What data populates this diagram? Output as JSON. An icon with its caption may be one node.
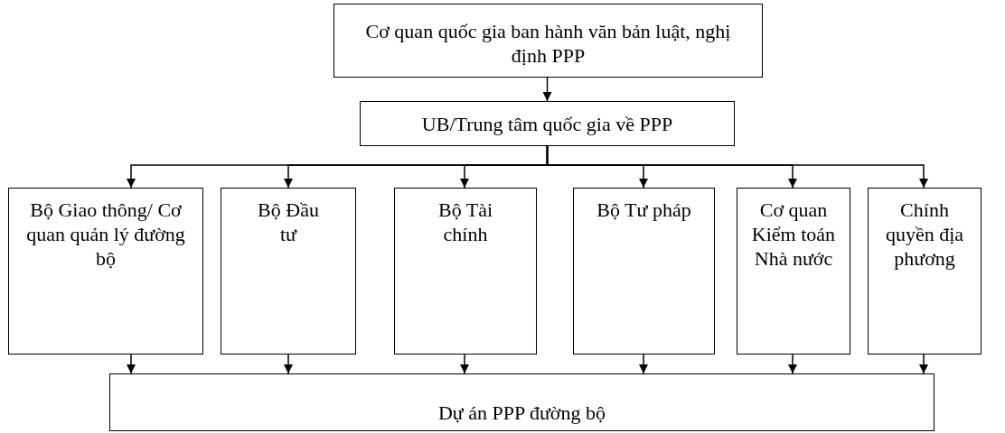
{
  "diagram": {
    "nodes": [
      {
        "text": [
          "Cơ quan quốc gia ban hành văn bản luật, nghị định PPP"
        ]
      },
      {
        "text": [
          "UB/Trung tâm quốc gia về PPP"
        ]
      },
      {
        "text": [
          "Bộ Giao thông/ Cơ quan quản lý đường bộ"
        ]
      },
      {
        "text": [
          "Bộ Đầu tư"
        ]
      },
      {
        "text": [
          "Bộ Tài chính"
        ]
      },
      {
        "text": [
          "Bộ Tư pháp"
        ]
      },
      {
        "text": [
          "Cơ quan Kiểm toán Nhà nước"
        ]
      },
      {
        "text": [
          "Chính quyền địa phương"
        ]
      },
      {
        "text": [
          "Dự án PPP đường bộ"
        ]
      }
    ],
    "edges": [
      {
        "from": 0,
        "to": 1,
        "arrow": "to"
      },
      {
        "from": 1,
        "to": 2,
        "arrow": "to"
      },
      {
        "from": 1,
        "to": 3,
        "arrow": "to"
      },
      {
        "from": 1,
        "to": 4,
        "arrow": "to"
      },
      {
        "from": 1,
        "to": 5,
        "arrow": "to"
      },
      {
        "from": 1,
        "to": 6,
        "arrow": "to"
      },
      {
        "from": 1,
        "to": 7,
        "arrow": "to"
      },
      {
        "from": 2,
        "to": 8,
        "arrow": "to"
      },
      {
        "from": 3,
        "to": 8,
        "arrow": "to"
      },
      {
        "from": 4,
        "to": 8,
        "arrow": "to"
      },
      {
        "from": 5,
        "to": 8,
        "arrow": "to"
      },
      {
        "from": 6,
        "to": 8,
        "arrow": "to"
      },
      {
        "from": 7,
        "to": 8,
        "arrow": "to"
      }
    ]
  }
}
